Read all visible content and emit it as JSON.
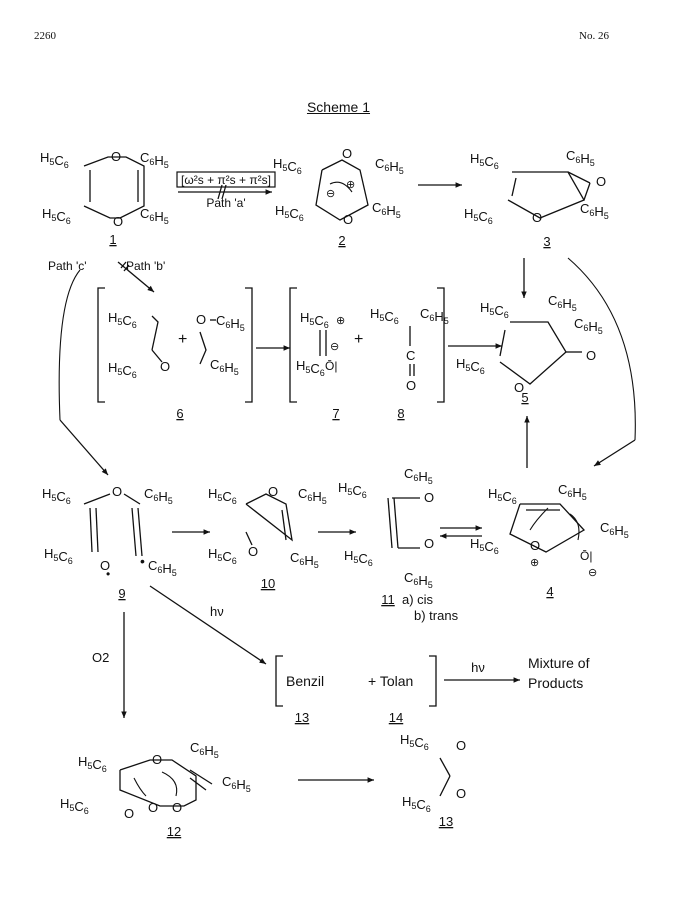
{
  "header": {
    "page_number": "2260",
    "issue": "No. 26"
  },
  "scheme": {
    "title": "Scheme 1",
    "substituents": {
      "phenyl_left": "H5C6",
      "phenyl_right": "C6H5"
    },
    "compounds": [
      "1",
      "2",
      "3",
      "4",
      "5",
      "6",
      "7",
      "8",
      "9",
      "10",
      "11",
      "12",
      "13",
      "14"
    ],
    "paths": {
      "a": "Path 'a'",
      "b": "Path 'b'",
      "c": "Path 'c'"
    },
    "bracket_label": "[ω²s + π²s + π²s]",
    "labels": {
      "cis": "a) cis",
      "trans": "b) trans",
      "hv": "hν",
      "o2": "O2",
      "benzil": "Benzil",
      "tolan": "+ Tolan",
      "mixture_line1": "Mixture of",
      "mixture_line2": "Products"
    }
  }
}
